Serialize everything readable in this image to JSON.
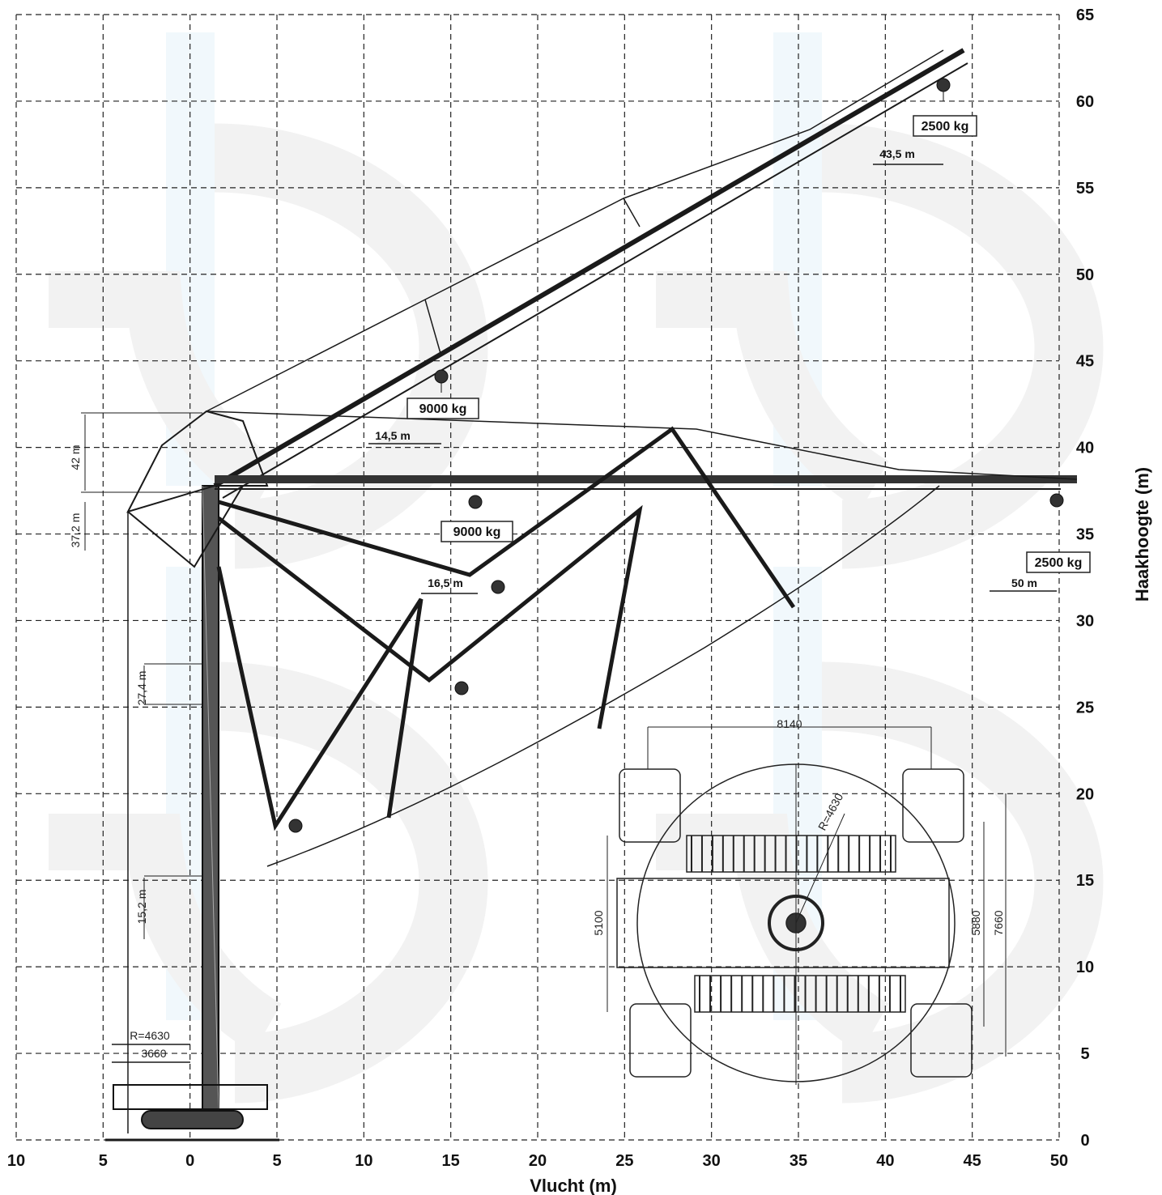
{
  "axes": {
    "x_label": "Vlucht (m)",
    "y_label": "Haakhoogte (m)",
    "x_ticks": [
      "10",
      "5",
      "0",
      "5",
      "10",
      "15",
      "20",
      "25",
      "30",
      "35",
      "40",
      "45",
      "50"
    ],
    "y_ticks": [
      "0",
      "5",
      "10",
      "15",
      "20",
      "25",
      "30",
      "35",
      "40",
      "45",
      "50",
      "55",
      "60",
      "65"
    ]
  },
  "loads": {
    "upper_tip": "2500 kg",
    "upper_root": "9000 kg",
    "horizontal_root": "9000 kg",
    "horizontal_tip": "2500 kg"
  },
  "radii": {
    "upper_tip": "43,5 m",
    "upper_root": "14,5 m",
    "folded": "16,5 m",
    "horizontal_tip": "50 m"
  },
  "heights": {
    "h42": "42 m",
    "h372": "37,2 m",
    "h274": "27,4 m",
    "h152": "15,2 m"
  },
  "base": {
    "radius_side": "R=4630",
    "width_side": "3660",
    "overall_width": "8140",
    "radius_plan": "R=4630",
    "dim_5100": "5100",
    "dim_5880": "5880",
    "dim_7660": "7660"
  }
}
